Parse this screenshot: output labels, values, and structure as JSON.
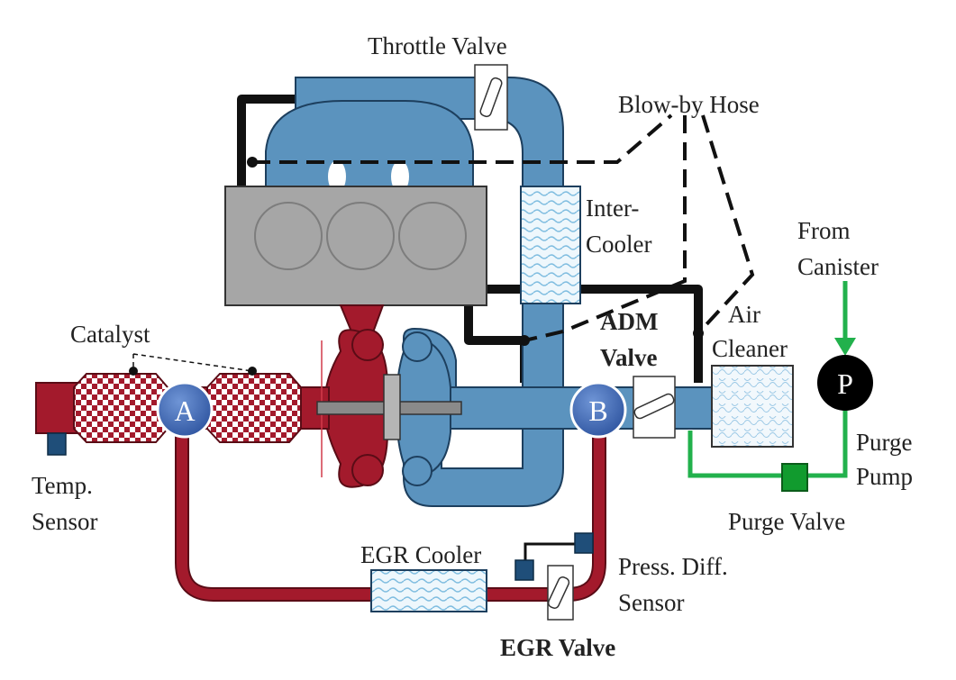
{
  "labels": {
    "throttle_valve": "Throttle Valve",
    "blowby_hose": "Blow-by Hose",
    "inter": "Inter-",
    "cooler": "Cooler",
    "from": "From",
    "canister": "Canister",
    "catalyst": "Catalyst",
    "adm": "ADM",
    "valve": "Valve",
    "air": "Air",
    "cleaner": "Cleaner",
    "purge": "Purge",
    "pump": "Pump",
    "temp": "Temp.",
    "sensor": "Sensor",
    "purge_valve": "Purge Valve",
    "egr_cooler": "EGR Cooler",
    "press_diff": "Press. Diff.",
    "press_sensor": "Sensor",
    "egr_valve": "EGR Valve"
  },
  "markers": {
    "a": "A",
    "b": "B",
    "p": "P"
  },
  "colors": {
    "intake_blue": "#5b93be",
    "exhaust_red": "#a31a2c",
    "engine_gray": "#a6a6a6",
    "purge_green": "#22b14c",
    "badge_blue": "#3f6ab4"
  }
}
